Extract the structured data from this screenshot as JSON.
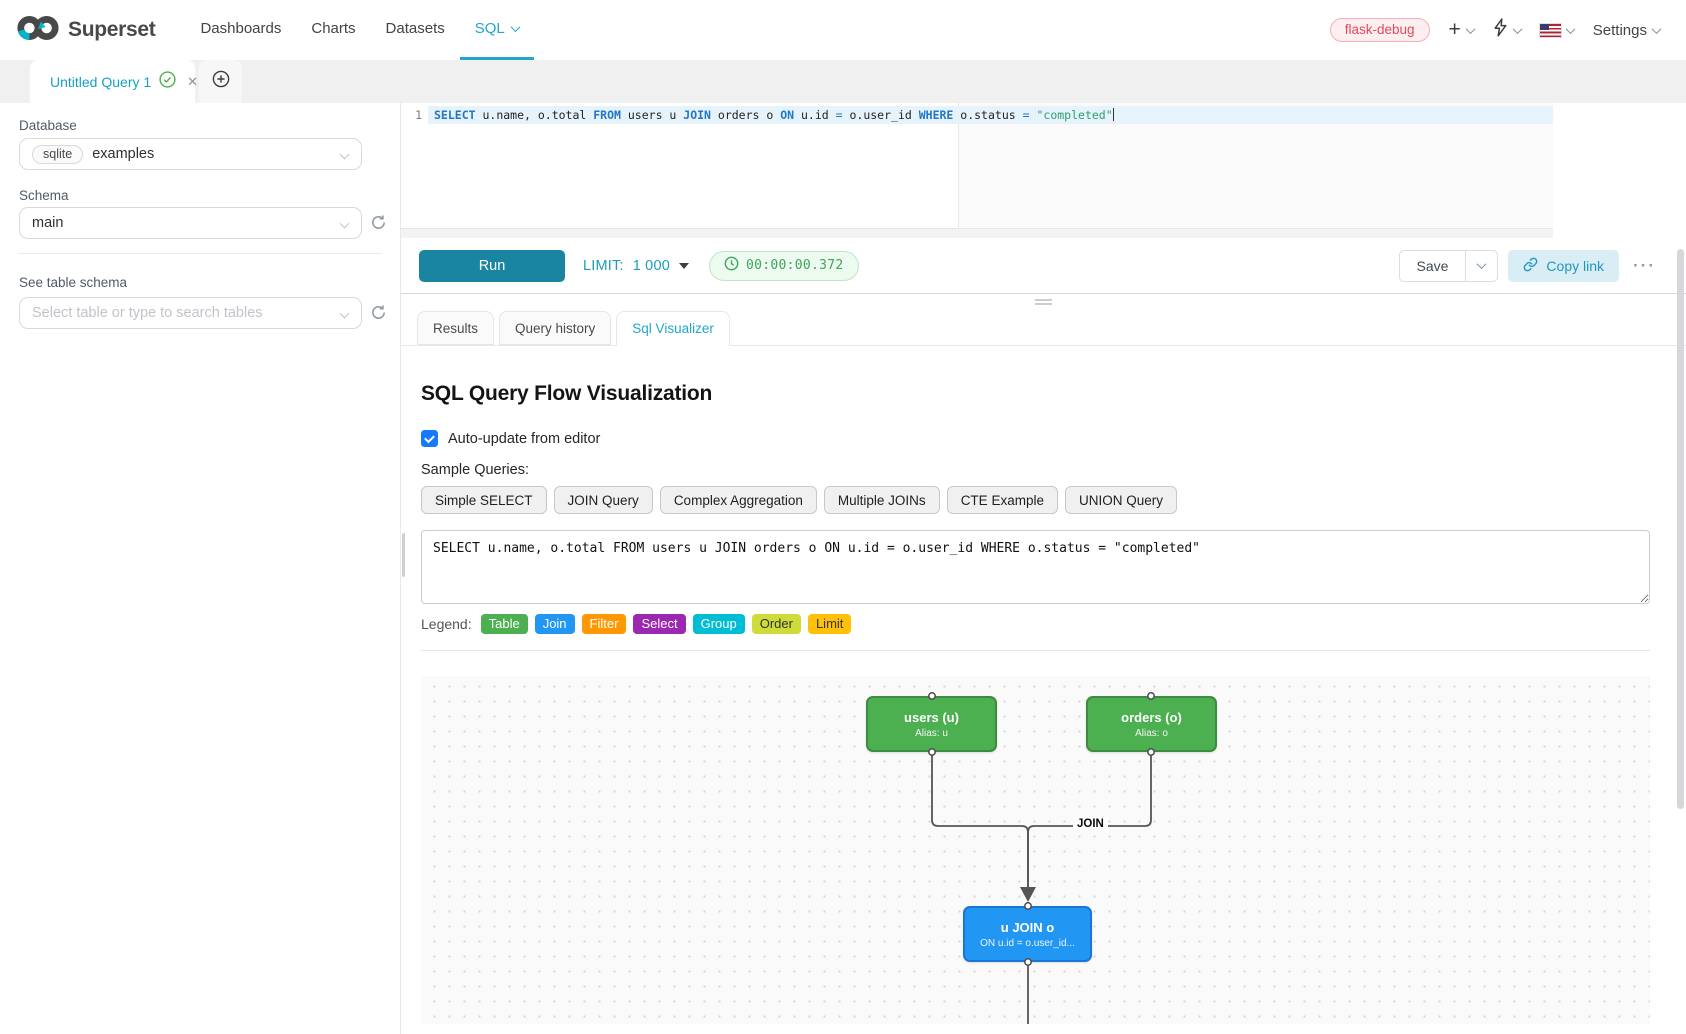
{
  "app": {
    "brand": "Superset",
    "nav": [
      "Dashboards",
      "Charts",
      "Datasets",
      "SQL"
    ],
    "active_nav": "SQL",
    "env_badge": "flask-debug",
    "settings_label": "Settings",
    "colors": {
      "primary_teal": "#20a7c9",
      "run_button": "#1a85a0",
      "timer_green": "#3da65c",
      "badge_red": "#e2495a",
      "checkbox_blue": "#1677ff"
    }
  },
  "tab_strip": {
    "tab_title": "Untitled Query 1"
  },
  "sidebar": {
    "database_label": "Database",
    "database_type_tag": "sqlite",
    "database_value": "examples",
    "schema_label": "Schema",
    "schema_value": "main",
    "table_label": "See table schema",
    "table_placeholder": "Select table or type to search tables"
  },
  "editor": {
    "line_number": "1",
    "tokens": [
      {
        "text": "SELECT",
        "type": "keyword"
      },
      {
        "text": " u.name, o.total ",
        "type": "plain"
      },
      {
        "text": "FROM",
        "type": "keyword"
      },
      {
        "text": " users u ",
        "type": "plain"
      },
      {
        "text": "JOIN",
        "type": "keyword"
      },
      {
        "text": " orders o ",
        "type": "plain"
      },
      {
        "text": "ON",
        "type": "keyword"
      },
      {
        "text": " u.id ",
        "type": "plain"
      },
      {
        "text": "=",
        "type": "operator"
      },
      {
        "text": " o.user_id ",
        "type": "plain"
      },
      {
        "text": "WHERE",
        "type": "keyword"
      },
      {
        "text": " o.status ",
        "type": "plain"
      },
      {
        "text": "=",
        "type": "operator"
      },
      {
        "text": " ",
        "type": "plain"
      },
      {
        "text": "\"completed\"",
        "type": "string"
      }
    ]
  },
  "toolbar": {
    "run_label": "Run",
    "limit_label": "LIMIT:",
    "limit_value": "1 000",
    "timer": "00:00:00.372",
    "save_label": "Save",
    "copy_link_label": "Copy link",
    "more_label": "···"
  },
  "result_tabs": {
    "items": [
      "Results",
      "Query history",
      "Sql Visualizer"
    ],
    "active": "Sql Visualizer"
  },
  "visualizer": {
    "title": "SQL Query Flow Visualization",
    "auto_update_label": "Auto-update from editor",
    "auto_update_checked": true,
    "sample_queries_label": "Sample Queries:",
    "sample_queries": [
      "Simple SELECT",
      "JOIN Query",
      "Complex Aggregation",
      "Multiple JOINs",
      "CTE Example",
      "UNION Query"
    ],
    "query_text": "SELECT u.name, o.total FROM users u JOIN orders o ON u.id = o.user_id WHERE o.status = \"completed\"",
    "legend_label": "Legend:",
    "legend": [
      {
        "label": "Table",
        "color": "#4caf50"
      },
      {
        "label": "Join",
        "color": "#2196f3"
      },
      {
        "label": "Filter",
        "color": "#ff9800"
      },
      {
        "label": "Select",
        "color": "#9c27b0"
      },
      {
        "label": "Group",
        "color": "#00bcd4"
      },
      {
        "label": "Order",
        "color": "#cddc39"
      },
      {
        "label": "Limit",
        "color": "#ffc107"
      }
    ],
    "flow": {
      "nodes": [
        {
          "id": "users",
          "title": "users (u)",
          "subtitle": "Alias: u",
          "type": "table",
          "color": "#4caf50"
        },
        {
          "id": "orders",
          "title": "orders (o)",
          "subtitle": "Alias: o",
          "type": "table",
          "color": "#4caf50"
        },
        {
          "id": "join",
          "title": "u JOIN o",
          "subtitle": "ON u.id = o.user_id...",
          "type": "join",
          "color": "#2196f3"
        }
      ],
      "edge_label": "JOIN",
      "edge_color": "#555555"
    }
  }
}
